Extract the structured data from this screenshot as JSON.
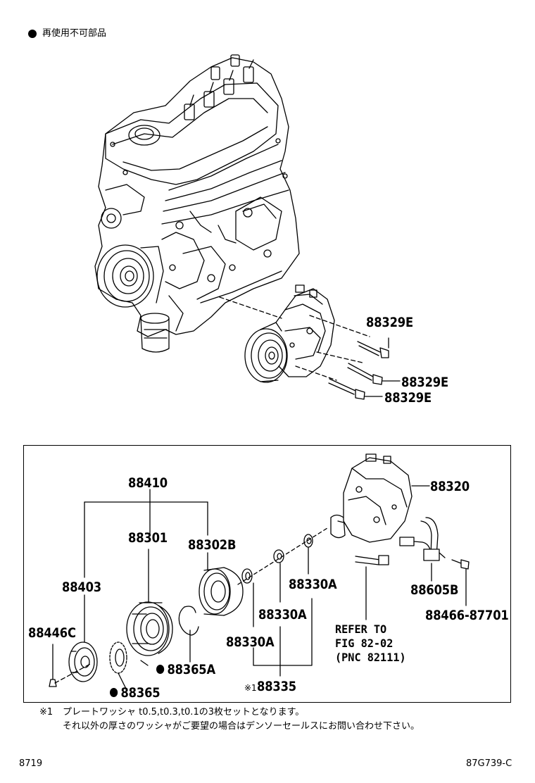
{
  "legend": {
    "text": "再使用不可部品"
  },
  "parts": {
    "p88329e_1": "88329E",
    "p88329e_2": "88329E",
    "p88329e_3": "88329E",
    "p88410": "88410",
    "p88301": "88301",
    "p88302b": "88302B",
    "p88403": "88403",
    "p88446c": "88446C",
    "p88365a": "88365A",
    "p88365": "88365",
    "p88320": "88320",
    "p88330a_1": "88330A",
    "p88330a_2": "88330A",
    "p88330a_3": "88330A",
    "p88335_mark": "※1",
    "p88335": "88335",
    "p88605b": "88605B",
    "p88466": "88466-87701"
  },
  "refer": {
    "line1": "REFER TO",
    "line2": "FIG 82-02",
    "line3": "(PNC 82111)"
  },
  "notes": {
    "mark": "※1",
    "line1": "プレートワッシャ t0.5,t0.3,t0.1の3枚セットとなります。",
    "line2": "それ以外の厚さのワッシャがご要望の場合はデンソーセールスにお問い合わせ下さい。"
  },
  "footer": {
    "left": "8719",
    "right": "87G739-C"
  },
  "icons": {
    "legend": "black-dot-icon",
    "engine": "engine-drawing",
    "compressor": "compressor-drawing"
  }
}
